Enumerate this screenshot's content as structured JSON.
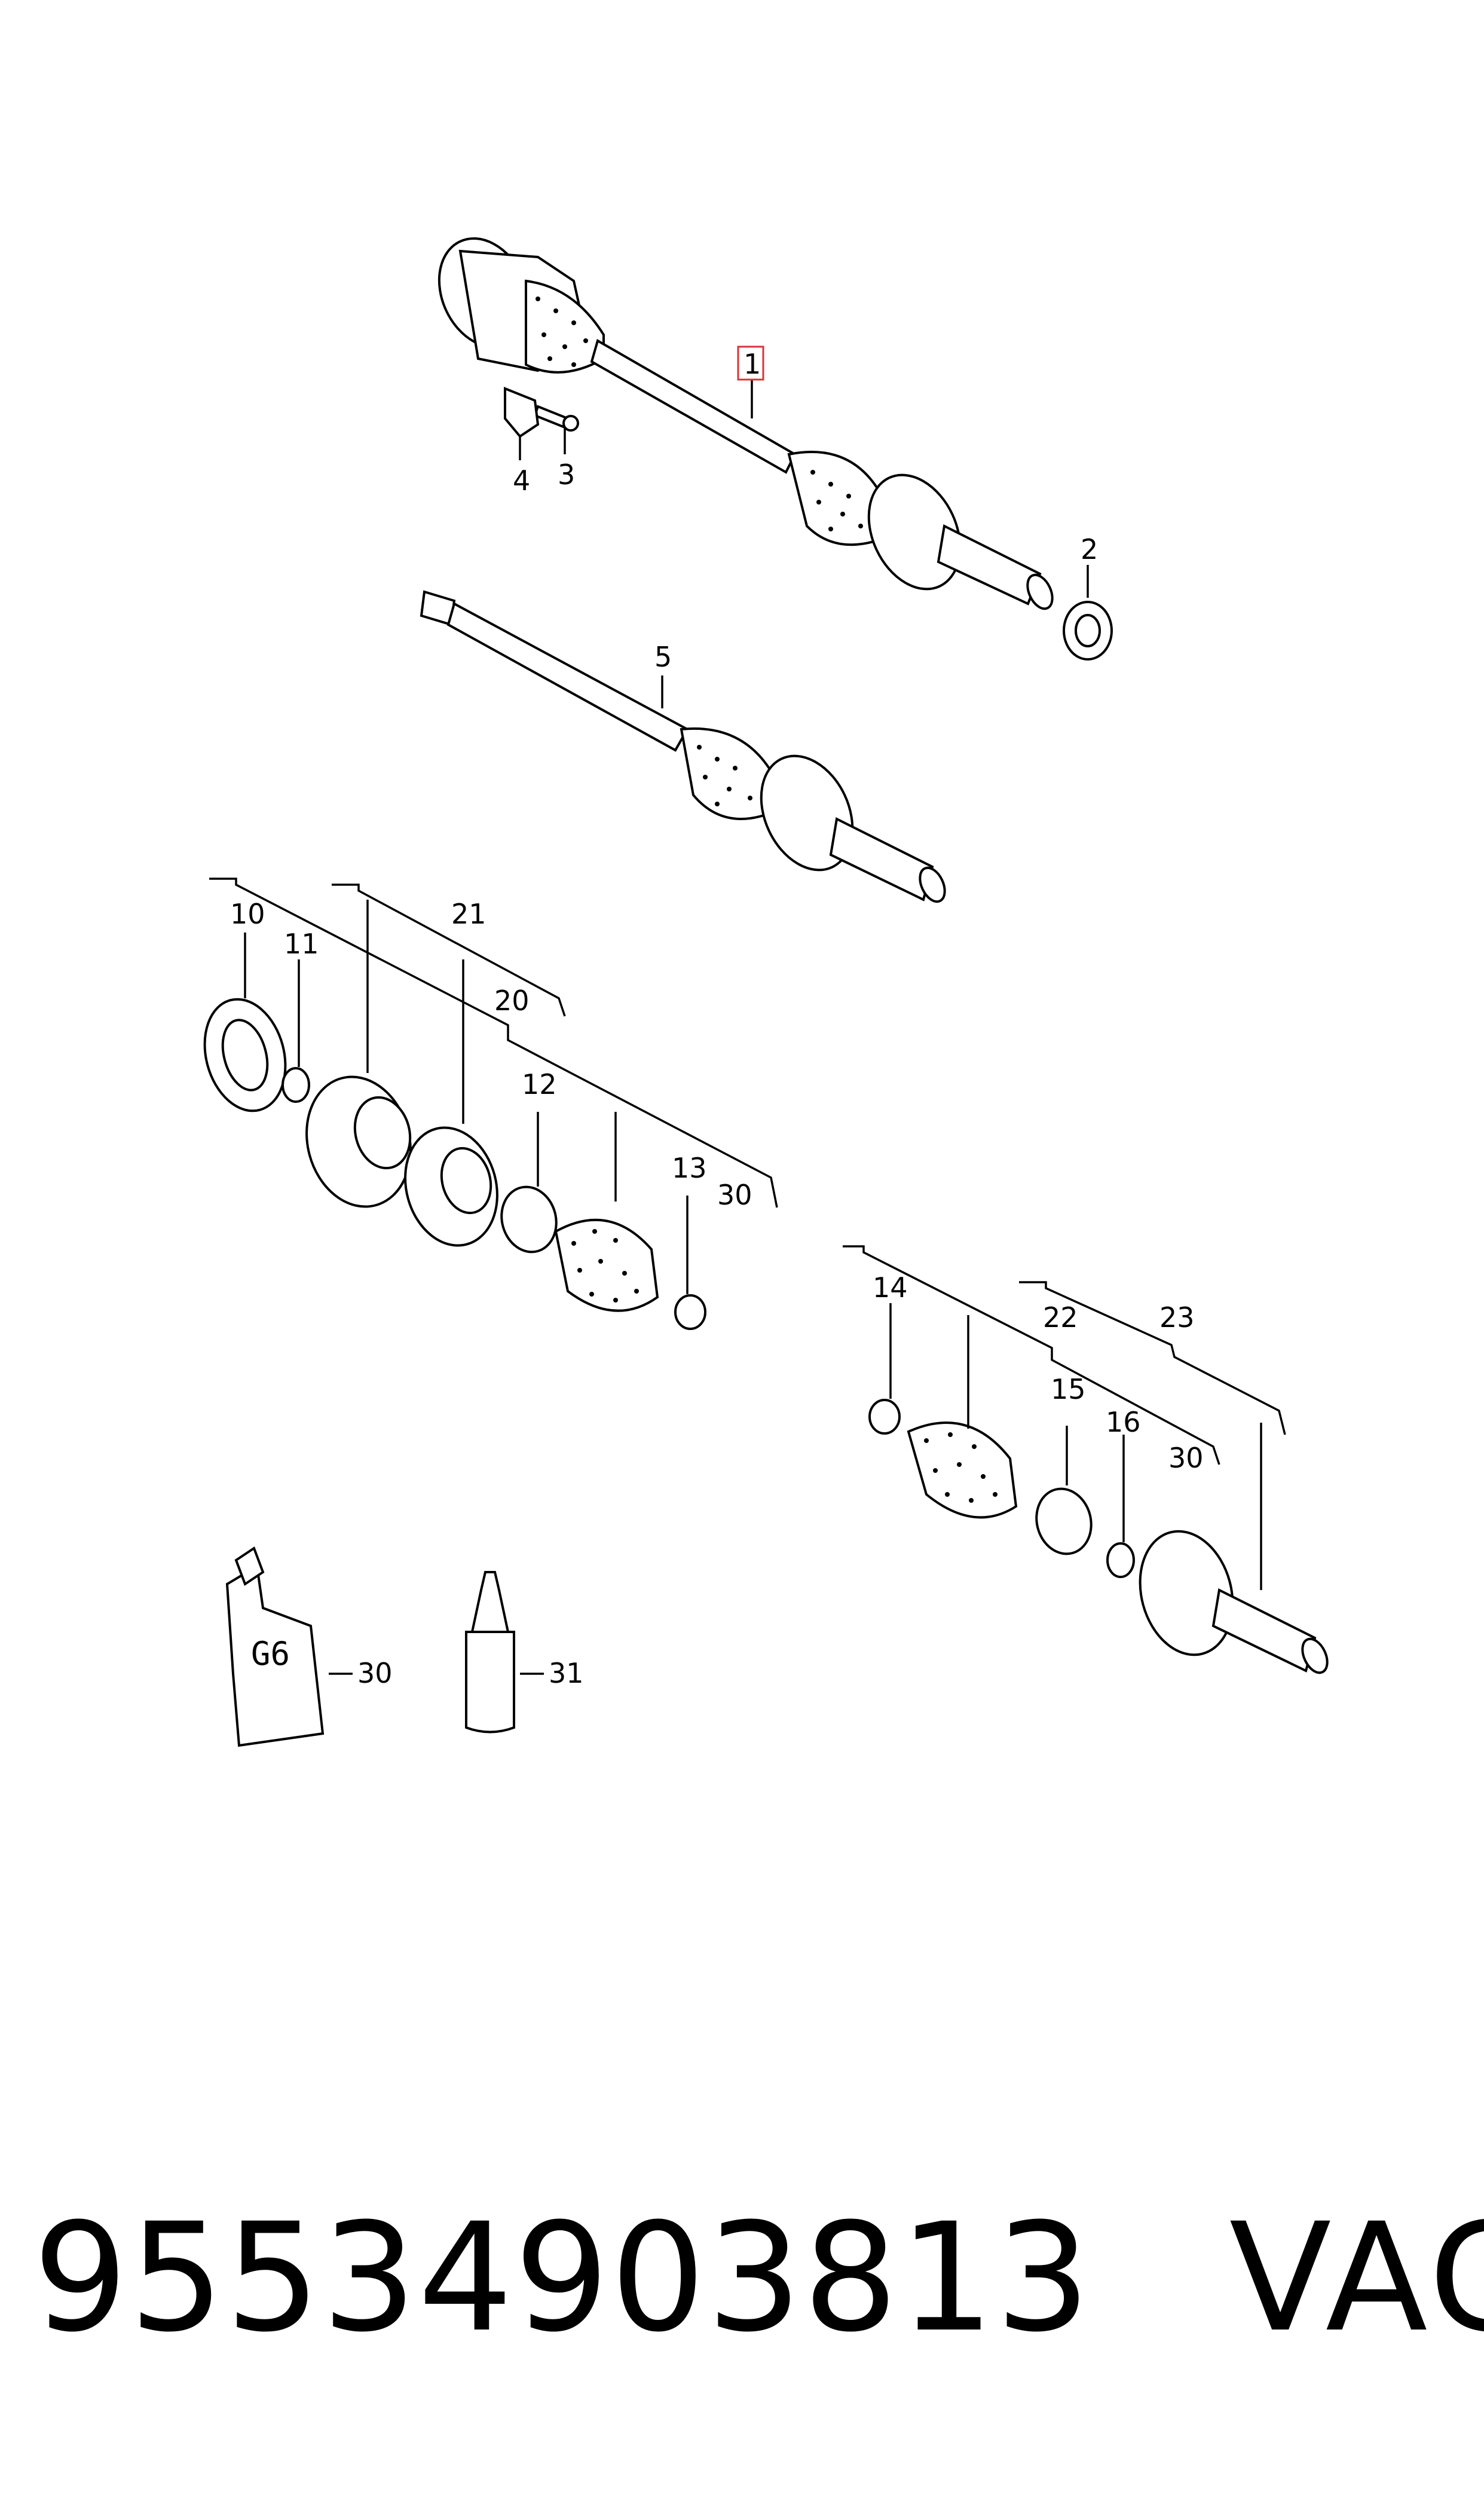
{
  "callouts": {
    "c1": "1",
    "c2": "2",
    "c3": "3",
    "c4": "4",
    "c5": "5",
    "c10": "10",
    "c11": "11",
    "c12": "12",
    "c13": "13",
    "c14": "14",
    "c15": "15",
    "c16": "16",
    "c20": "20",
    "c21": "21",
    "c22": "22",
    "c23": "23",
    "c30": "30",
    "c31": "31"
  },
  "tube_marking": "G6",
  "footer": {
    "part_number": "95534903813",
    "brand": "VAG"
  },
  "colors": {
    "ink": "#000000",
    "highlight": "#e0303a",
    "background": "#ffffff"
  }
}
